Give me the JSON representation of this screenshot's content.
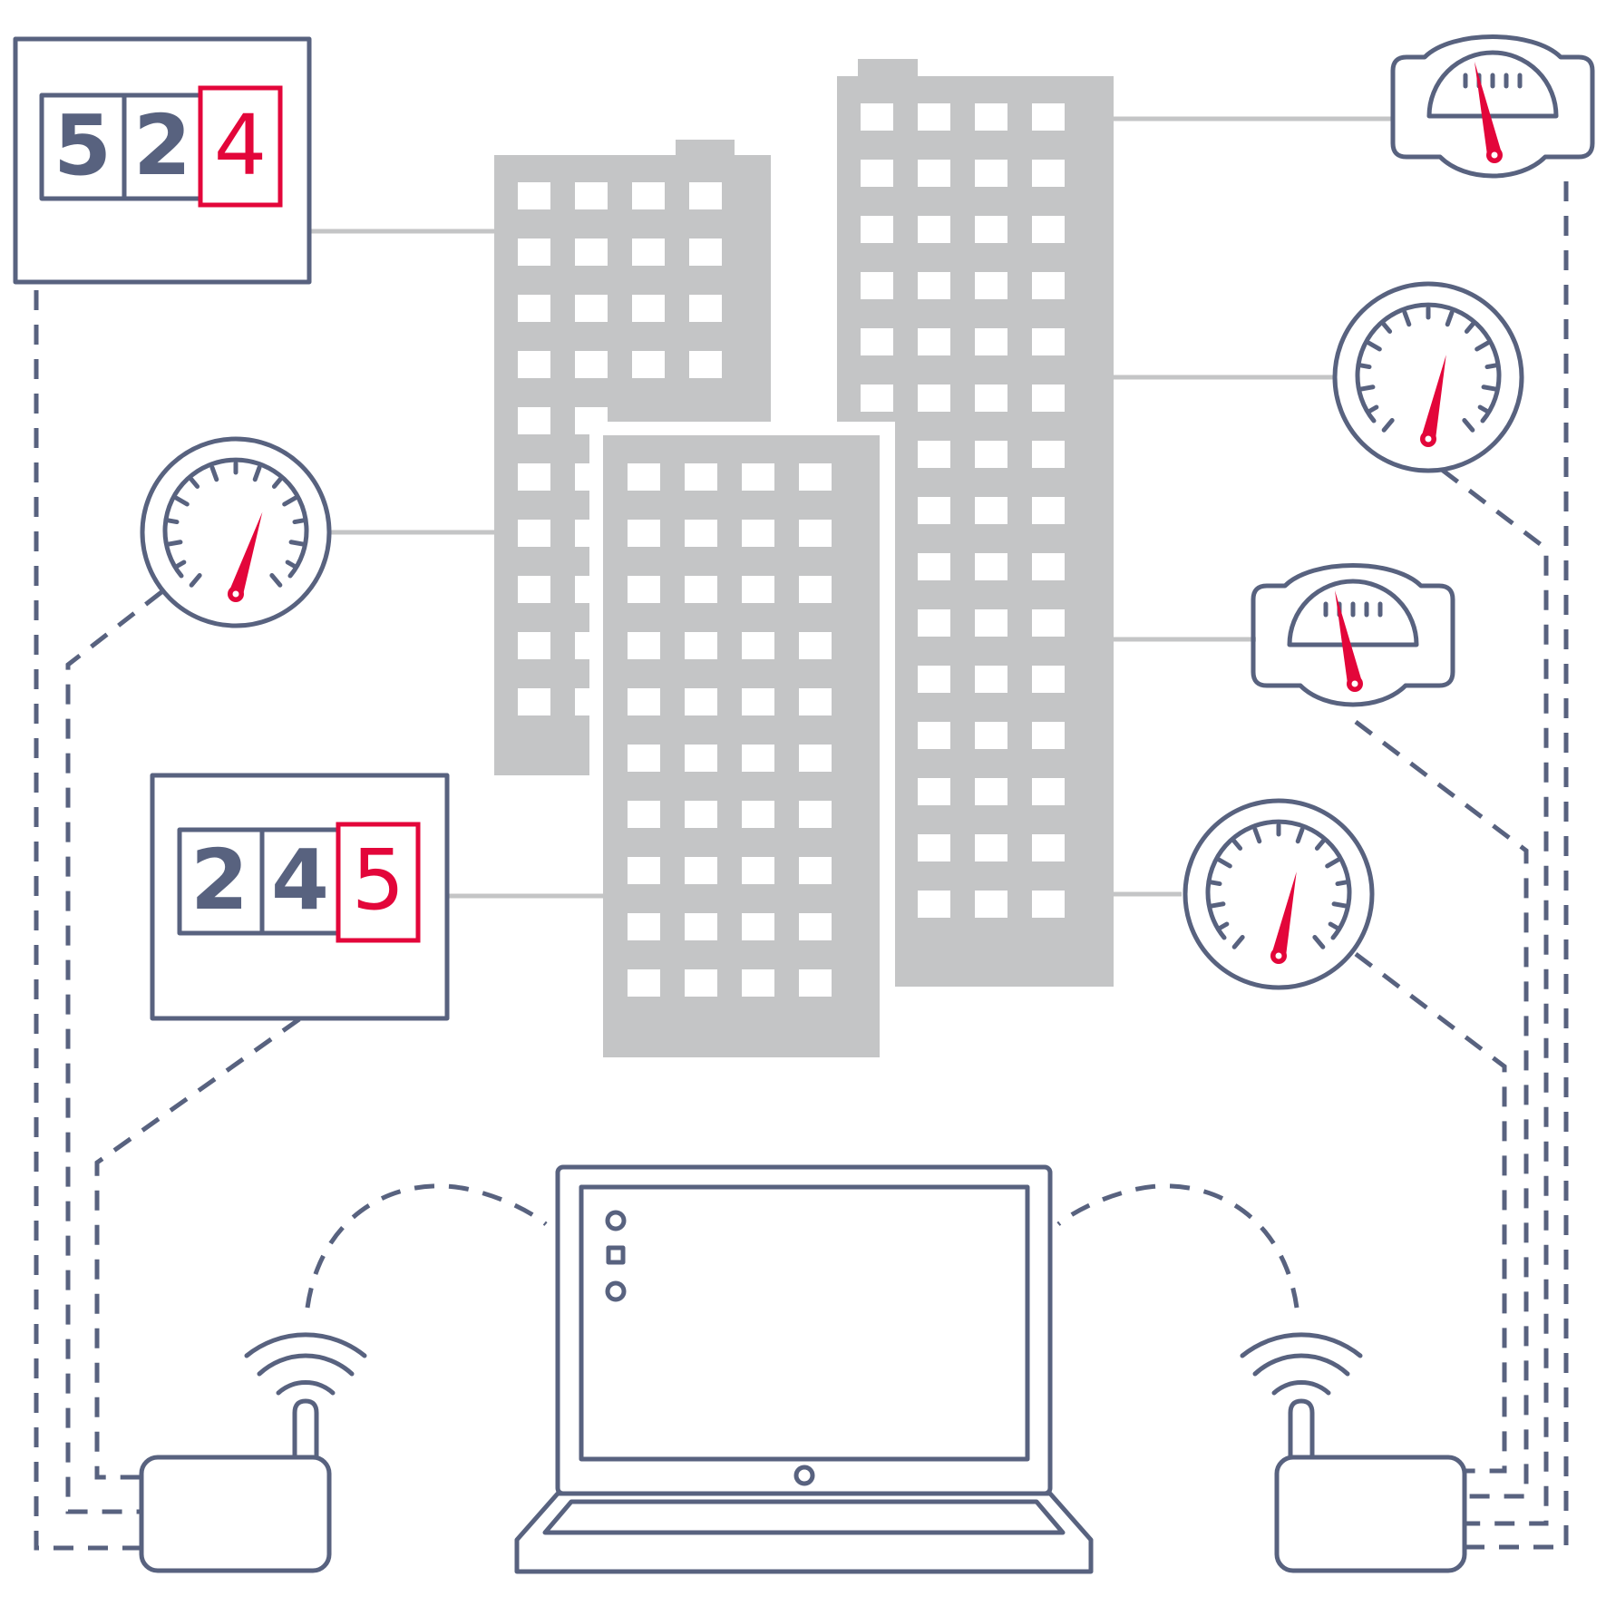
{
  "colors": {
    "outline": "#58627f",
    "accent": "#e3063a",
    "building": "#c4c5c6"
  },
  "counter_top": {
    "digits": [
      "5",
      "2",
      "4"
    ]
  },
  "counter_mid": {
    "digits": [
      "2",
      "4",
      "5"
    ]
  },
  "icons": [
    "digital-counter-icon",
    "round-gauge-icon",
    "dial-meter-icon",
    "router-icon",
    "laptop-icon",
    "building-icon",
    "wifi-icon"
  ]
}
